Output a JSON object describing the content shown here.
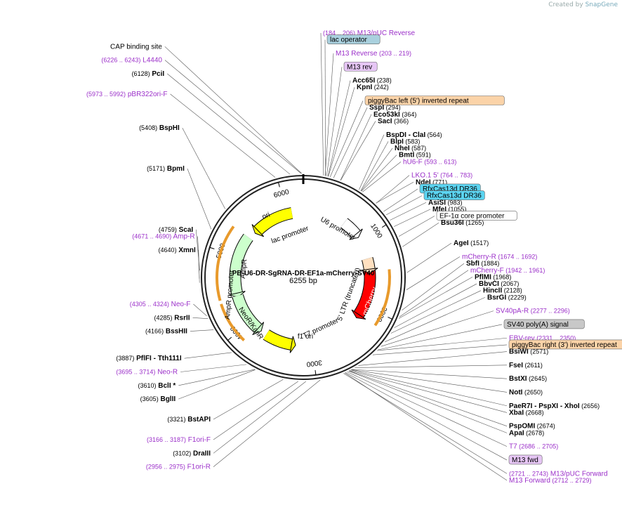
{
  "watermark": {
    "prefix": "Created by",
    "brand": "SnapGene"
  },
  "plasmid": {
    "name": "PB-U6-DR-SgRNA-DR-EF1a-mCherry-SV40",
    "length": "6255 bp",
    "total_bp": 6255
  },
  "ticks": [
    {
      "bp": 1000,
      "label": "1000"
    },
    {
      "bp": 2000,
      "label": "2000"
    },
    {
      "bp": 3000,
      "label": "3000"
    },
    {
      "bp": 4000,
      "label": "4000"
    },
    {
      "bp": 5000,
      "label": "5000"
    },
    {
      "bp": 6000,
      "label": "6000"
    }
  ],
  "colors": {
    "enzyme": "#000000",
    "primer": "#9b2fc9",
    "line": "#555555",
    "backbone": "#222222"
  },
  "features": [
    {
      "name": "ori",
      "start": 5490,
      "end": 6080,
      "color": "#ffff00",
      "strand": -1
    },
    {
      "name": "AmpR",
      "start": 4460,
      "end": 5320,
      "color": "#ccffcc",
      "strand": -1
    },
    {
      "name": "NeoR/KanR",
      "start": 3850,
      "end": 4420,
      "color": "#ccffcc",
      "strand": -1
    },
    {
      "name": "f1 ori",
      "start": 3300,
      "end": 3700,
      "color": "#ffff00",
      "strand": -1
    },
    {
      "name": "mCherry",
      "start": 1450,
      "end": 2150,
      "color": "#ff0000",
      "strand": 1
    },
    {
      "name": "U6 promoter",
      "start": 640,
      "end": 880,
      "color": "#ffffff",
      "strand": 1
    },
    {
      "name": "5' LTR (truncated)",
      "start": 1280,
      "end": 1440,
      "color": "#ffe0c0",
      "strand": 1
    }
  ],
  "labels": [
    {
      "text": "(184 .. 206)",
      "text2": "M13/pUC Reverse",
      "type": "primer",
      "bp": 195
    },
    {
      "text": "lac operator",
      "type": "box",
      "fill": "#a9d0de",
      "bp": 215
    },
    {
      "text": "CAP binding site",
      "type": "box",
      "fill": "#a9d0de",
      "bp": 6240
    },
    {
      "text": "M13 Reverse",
      "text2": "(203 .. 219)",
      "type": "primer",
      "bp": 211
    },
    {
      "text": "(6226 .. 6243)",
      "text2": "L4440",
      "type": "primer",
      "bp": 6234
    },
    {
      "text": "M13 rev",
      "type": "box",
      "fill": "#e6c6f5",
      "bp": 225
    },
    {
      "text": "(6128)",
      "text2": "PciI",
      "type": "enzyme",
      "bp": 6128
    },
    {
      "text": "Acc65I",
      "text2": "(238)",
      "type": "enzyme",
      "bp": 238
    },
    {
      "text": "KpnI",
      "text2": "(242)",
      "type": "enzyme",
      "bp": 242
    },
    {
      "text": "(5973 .. 5992)",
      "text2": "pBR322ori-F",
      "type": "primer",
      "bp": 5982
    },
    {
      "text": "piggyBac left (5') inverted repeat",
      "type": "box",
      "fill": "#fbd3a8",
      "bp": 260
    },
    {
      "text": "SspI",
      "text2": "(294)",
      "type": "enzyme",
      "bp": 294
    },
    {
      "text": "Eco53kI",
      "text2": "(364)",
      "type": "enzyme",
      "bp": 364
    },
    {
      "text": "SacI",
      "text2": "(366)",
      "type": "enzyme",
      "bp": 366
    },
    {
      "text": "(5408)",
      "text2": "BspHI",
      "type": "enzyme",
      "bp": 5408
    },
    {
      "text": "BspDI",
      "text2": "- ClaI",
      "text3": "(564)",
      "type": "enzyme",
      "bp": 564
    },
    {
      "text": "BlpI",
      "text2": "(583)",
      "type": "enzyme",
      "bp": 583
    },
    {
      "text": "NheI",
      "text2": "(587)",
      "type": "enzyme",
      "bp": 587
    },
    {
      "text": "BmtI",
      "text2": "(591)",
      "type": "enzyme",
      "bp": 591
    },
    {
      "text": "hU6-F",
      "text2": "(593 .. 613)",
      "type": "primer",
      "bp": 603
    },
    {
      "text": "(5171)",
      "text2": "BpmI",
      "type": "enzyme",
      "bp": 5171
    },
    {
      "text": "LKO.1 5'",
      "text2": "(764 .. 783)",
      "type": "primer",
      "bp": 773
    },
    {
      "text": "NdeI",
      "text2": "(771)",
      "type": "enzyme",
      "bp": 771
    },
    {
      "text": "RfxCas13d DR36",
      "type": "box",
      "fill": "#5bd4f1",
      "bp": 880
    },
    {
      "text": "RfxCas13d DR36",
      "type": "box",
      "fill": "#5bd4f1",
      "bp": 920
    },
    {
      "text": "AsiSI",
      "text2": "(983)",
      "type": "enzyme",
      "bp": 983
    },
    {
      "text": "MfeI",
      "text2": "(1055)",
      "type": "enzyme",
      "bp": 1055
    },
    {
      "text": "EF-1α core promoter",
      "type": "box",
      "fill": "#ffffff",
      "bp": 1160
    },
    {
      "text": "Bsu36I",
      "text2": "(1265)",
      "type": "enzyme",
      "bp": 1265
    },
    {
      "text": "(4759)",
      "text2": "ScaI",
      "type": "enzyme",
      "bp": 4759
    },
    {
      "text": "(4671 .. 4690)",
      "text2": "Amp-R",
      "type": "primer",
      "bp": 4680
    },
    {
      "text": "AgeI",
      "text2": "(1517)",
      "type": "enzyme",
      "bp": 1517
    },
    {
      "text": "(4640)",
      "text2": "XmnI",
      "type": "enzyme",
      "bp": 4640
    },
    {
      "text": "mCherry-R",
      "text2": "(1674 .. 1692)",
      "type": "primer",
      "bp": 1683
    },
    {
      "text": "SbfI",
      "text2": "(1884)",
      "type": "enzyme",
      "bp": 1884
    },
    {
      "text": "mCherry-F",
      "text2": "(1942 .. 1961)",
      "type": "primer",
      "bp": 1951
    },
    {
      "text": "PflMI",
      "text2": "(1968)",
      "type": "enzyme",
      "bp": 1968
    },
    {
      "text": "BbvCI",
      "text2": "(2067)",
      "type": "enzyme",
      "bp": 2067
    },
    {
      "text": "HincII",
      "text2": "(2128)",
      "type": "enzyme",
      "bp": 2128
    },
    {
      "text": "BsrGI",
      "text2": "(2229)",
      "type": "enzyme",
      "bp": 2229
    },
    {
      "text": "(4305 .. 4324)",
      "text2": "Neo-F",
      "type": "primer",
      "bp": 4314
    },
    {
      "text": "SV40pA-R",
      "text2": "(2277 .. 2296)",
      "type": "primer",
      "bp": 2286
    },
    {
      "text": "(4285)",
      "text2": "RsrII",
      "type": "enzyme",
      "bp": 4285
    },
    {
      "text": "SV40 poly(A) signal",
      "type": "box",
      "fill": "#c8c8c8",
      "bp": 2330
    },
    {
      "text": "(4166)",
      "text2": "BssHII",
      "type": "enzyme",
      "bp": 4166
    },
    {
      "text": "EBV-rev",
      "text2": "(2331 .. 2350)",
      "type": "primer",
      "bp": 2340
    },
    {
      "text": "piggyBac right (3') inverted repeat",
      "type": "box",
      "fill": "#fbd3a8",
      "bp": 2400
    },
    {
      "text": "BsiWI",
      "text2": "(2571)",
      "type": "enzyme",
      "bp": 2571
    },
    {
      "text": "(3887)",
      "text2": "PflFI",
      "text3": "- Tth111I",
      "type": "enzyme",
      "bp": 3887
    },
    {
      "text": "FseI",
      "text2": "(2611)",
      "type": "enzyme",
      "bp": 2611
    },
    {
      "text": "(3695 .. 3714)",
      "text2": "Neo-R",
      "type": "primer",
      "bp": 3704
    },
    {
      "text": "BstXI",
      "text2": "(2645)",
      "type": "enzyme",
      "bp": 2645
    },
    {
      "text": "(3610)",
      "text2": "BclI *",
      "type": "enzyme",
      "bp": 3610
    },
    {
      "text": "NotI",
      "text2": "(2650)",
      "type": "enzyme",
      "bp": 2650
    },
    {
      "text": "(3605)",
      "text2": "BglII",
      "type": "enzyme",
      "bp": 3605
    },
    {
      "text": "PaeR7I",
      "text2": "- PspXI",
      "text3": "- XhoI",
      "text4": "(2656)",
      "type": "enzyme",
      "bp": 2656
    },
    {
      "text": "XbaI",
      "text2": "(2668)",
      "type": "enzyme",
      "bp": 2668
    },
    {
      "text": "(3321)",
      "text2": "BstAPI",
      "type": "enzyme",
      "bp": 3321
    },
    {
      "text": "PspOMI",
      "text2": "(2674)",
      "type": "enzyme",
      "bp": 2674
    },
    {
      "text": "ApaI",
      "text2": "(2678)",
      "type": "enzyme",
      "bp": 2678
    },
    {
      "text": "(3166 .. 3187)",
      "text2": "F1ori-F",
      "type": "primer",
      "bp": 3176
    },
    {
      "text": "T7",
      "text2": "(2686 .. 2705)",
      "type": "primer",
      "bp": 2695
    },
    {
      "text": "(3102)",
      "text2": "DraIII",
      "type": "enzyme",
      "bp": 3102
    },
    {
      "text": "M13 fwd",
      "type": "box",
      "fill": "#e6c6f5",
      "bp": 2712
    },
    {
      "text": "(2956 .. 2975)",
      "text2": "F1ori-R",
      "type": "primer",
      "bp": 2965
    },
    {
      "text": "(2721 .. 2743)",
      "text2": "M13/pUC Forward",
      "type": "primer",
      "bp": 2732
    },
    {
      "text": "M13 Forward",
      "text2": "(2712 .. 2729)",
      "type": "primer",
      "bp": 2720
    }
  ],
  "inner_labels": [
    {
      "text": "ori"
    },
    {
      "text": "lac promoter"
    },
    {
      "text": "U6 promoter"
    },
    {
      "text": "AmpR"
    },
    {
      "text": "mCherry"
    },
    {
      "text": "5' LTR (truncated)"
    },
    {
      "text": "T7 promoter"
    },
    {
      "text": "NeoR/KanR"
    },
    {
      "text": "f1 ori"
    },
    {
      "text": "AmpR promoter"
    }
  ]
}
